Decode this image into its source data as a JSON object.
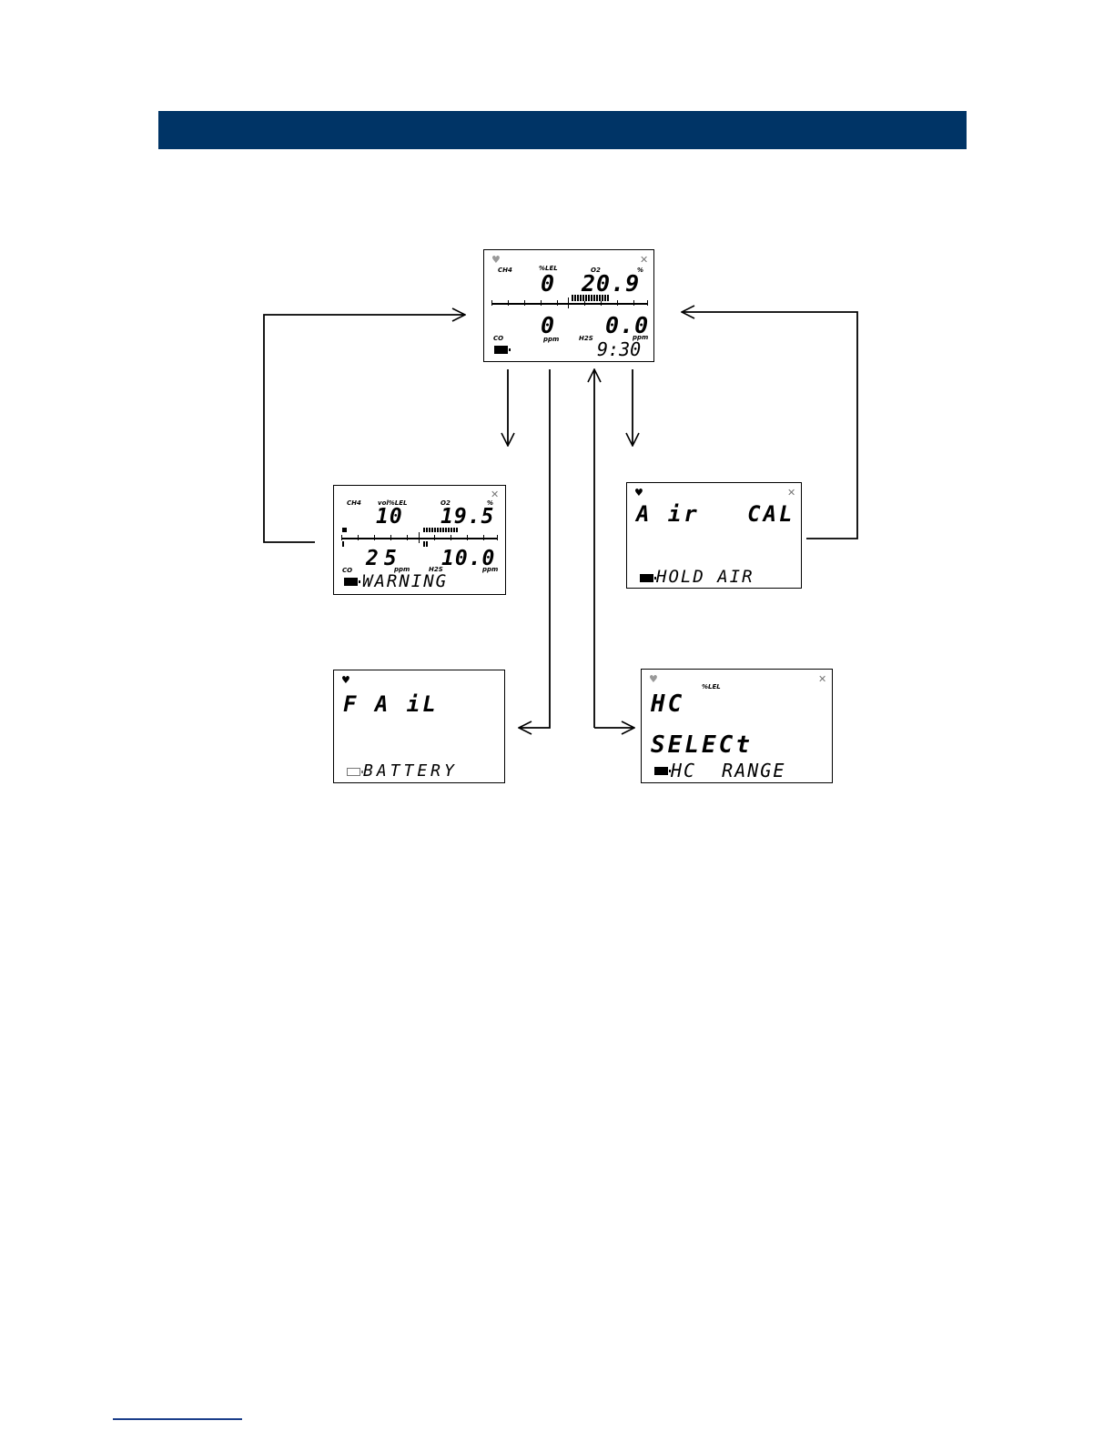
{
  "screens": {
    "normal": {
      "ch1_name": "CH4",
      "ch1_unit": "%LEL",
      "ch1_value": "0",
      "ch2_name": "O2",
      "ch2_unit": "%",
      "ch2_value": "20.9",
      "ch3_name": "CO",
      "ch3_unit": "ppm",
      "ch3_value": "0",
      "ch4_name": "H2S",
      "ch4_unit": "ppm",
      "ch4_value": "0.0",
      "time": "9:30",
      "icons": {
        "status": "heart-icon",
        "pump": "fan-icon",
        "battery": "battery-icon"
      }
    },
    "warning": {
      "ch1_name": "CH4",
      "ch1_unit": "vol%LEL",
      "ch1_value": "10",
      "ch2_name": "O2",
      "ch2_unit": "%",
      "ch2_value": "19.5",
      "ch3_name": "CO",
      "ch3_unit": "ppm",
      "ch3_value": "25",
      "ch4_name": "H2S",
      "ch4_unit": "ppm",
      "ch4_value": "10.0",
      "message": "WARNING"
    },
    "air_cal": {
      "line1": "A ir   CAL",
      "message": "HOLD AIR"
    },
    "fail": {
      "line1": "F A iL",
      "message": "BATTERY"
    },
    "hc_select": {
      "line1": "HC",
      "unit": "%LEL",
      "line2": "SELECt",
      "message": "HC  RANGE"
    }
  },
  "colors": {
    "banner": "#003466",
    "lcd_border": "#000000",
    "arrow": "#000000"
  }
}
